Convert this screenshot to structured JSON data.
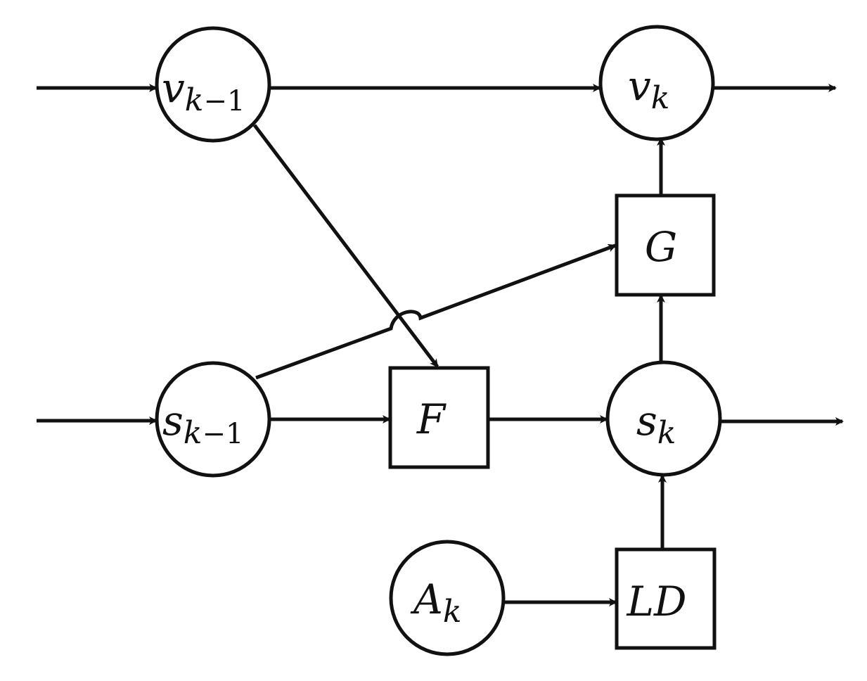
{
  "nodes": {
    "v_prev": {
      "main": "v",
      "sub_var": "k",
      "sub_rest": "−1"
    },
    "v_k": {
      "main": "v",
      "sub_var": "k",
      "sub_rest": ""
    },
    "s_prev": {
      "main": "s",
      "sub_var": "k",
      "sub_rest": "−1"
    },
    "s_k": {
      "main": "s",
      "sub_var": "k",
      "sub_rest": ""
    },
    "a_k": {
      "main": "A",
      "sub_var": "k",
      "sub_rest": ""
    }
  },
  "blocks": {
    "f": "F",
    "g": "G",
    "ld": "LD"
  },
  "colors": {
    "stroke": "#111111",
    "background": "#ffffff"
  }
}
